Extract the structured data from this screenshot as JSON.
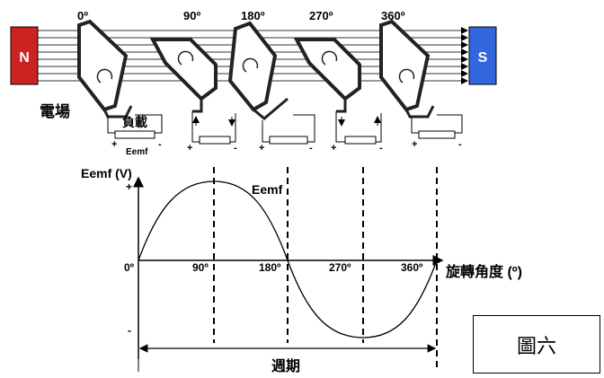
{
  "magnet": {
    "north": "N",
    "south": "S",
    "field_label": "電場",
    "north_color": "#cc2222",
    "south_color": "#3366dd"
  },
  "positions": [
    {
      "angle_label": "0º"
    },
    {
      "angle_label": "90º"
    },
    {
      "angle_label": "180º"
    },
    {
      "angle_label": "270º"
    },
    {
      "angle_label": "360º"
    }
  ],
  "load_label": "負載",
  "emf_small_label": "Eemf",
  "terminal_plus": "+",
  "terminal_minus": "-",
  "graph": {
    "y_axis_label": "Eemf (V)",
    "y_plus": "+",
    "y_minus": "-",
    "curve_label": "Eemf",
    "x_ticks": [
      "0º",
      "90º",
      "180º",
      "270º",
      "360º"
    ],
    "x_axis_label": "旋轉角度 (º)",
    "period_label": "週期"
  },
  "figure_label": "圖六"
}
